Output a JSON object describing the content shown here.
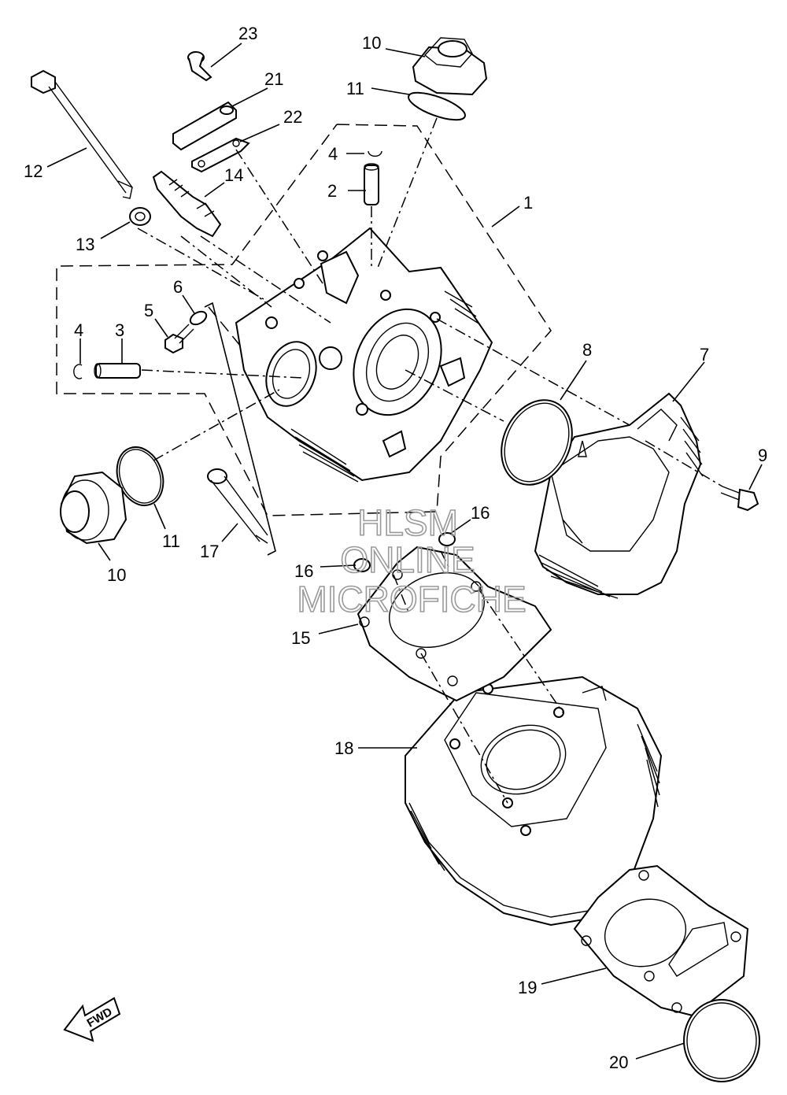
{
  "watermark": {
    "line1": "HLSM",
    "line2": "ONLINE",
    "line3": "MICROFICHE"
  },
  "fwd_label": "FWD",
  "callouts": [
    {
      "id": "c1",
      "text": "1"
    },
    {
      "id": "c2",
      "text": "2"
    },
    {
      "id": "c3",
      "text": "3"
    },
    {
      "id": "c4a",
      "text": "4"
    },
    {
      "id": "c4b",
      "text": "4"
    },
    {
      "id": "c5",
      "text": "5"
    },
    {
      "id": "c6",
      "text": "6"
    },
    {
      "id": "c7",
      "text": "7"
    },
    {
      "id": "c8",
      "text": "8"
    },
    {
      "id": "c9",
      "text": "9"
    },
    {
      "id": "c10a",
      "text": "10"
    },
    {
      "id": "c10b",
      "text": "10"
    },
    {
      "id": "c11a",
      "text": "11"
    },
    {
      "id": "c11b",
      "text": "11"
    },
    {
      "id": "c12",
      "text": "12"
    },
    {
      "id": "c13",
      "text": "13"
    },
    {
      "id": "c14",
      "text": "14"
    },
    {
      "id": "c15",
      "text": "15"
    },
    {
      "id": "c16a",
      "text": "16"
    },
    {
      "id": "c16b",
      "text": "16"
    },
    {
      "id": "c17",
      "text": "17"
    },
    {
      "id": "c18",
      "text": "18"
    },
    {
      "id": "c19",
      "text": "19"
    },
    {
      "id": "c20",
      "text": "20"
    },
    {
      "id": "c21",
      "text": "21"
    },
    {
      "id": "c22",
      "text": "22"
    },
    {
      "id": "c23",
      "text": "23"
    }
  ]
}
